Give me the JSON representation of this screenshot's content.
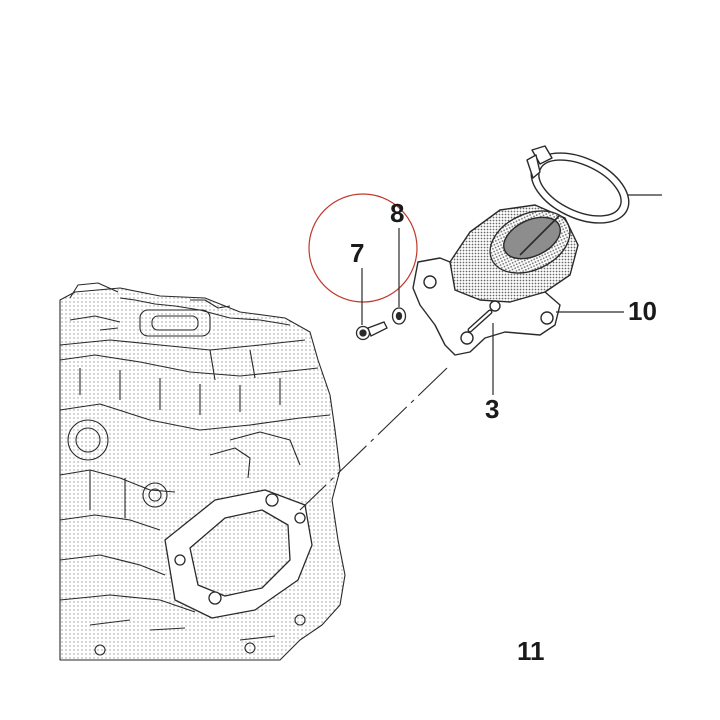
{
  "callouts": {
    "c7": "7",
    "c8": "8",
    "c10": "10",
    "c3": "3",
    "c11": "11"
  },
  "colors": {
    "line": "#2a2a2a",
    "shade": "#7a7a7a",
    "highlight_circle": "#c0392b",
    "background": "#ffffff"
  }
}
